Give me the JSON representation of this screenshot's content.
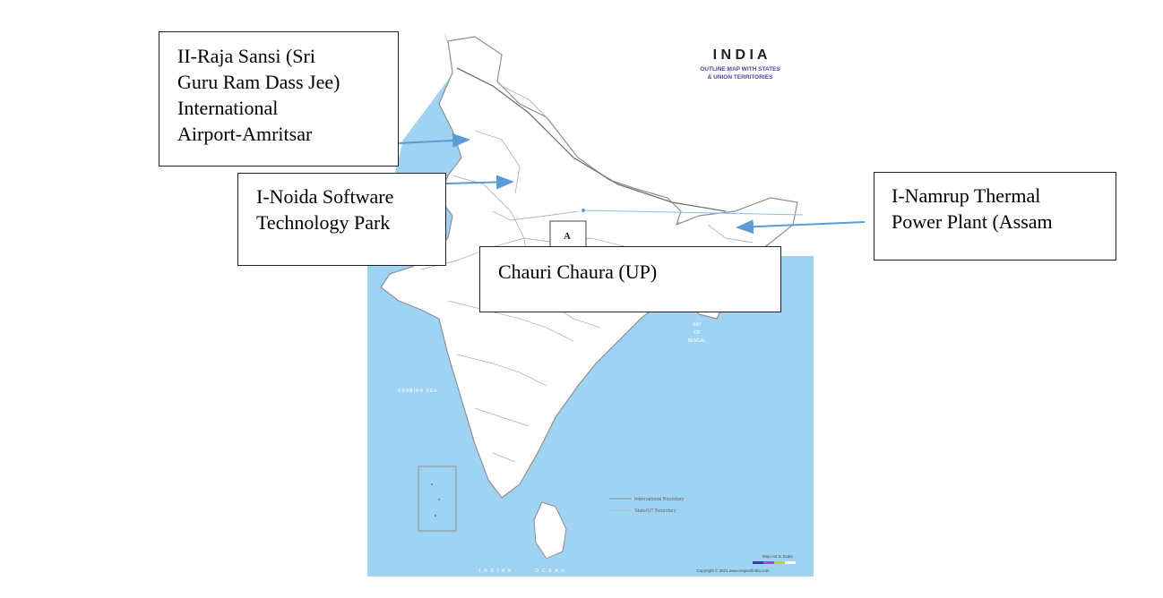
{
  "map": {
    "title": "I N D I A",
    "subtitle_line1": "OUTLINE MAP WITH STATES",
    "subtitle_line2": "& UNION TERRITORIES",
    "box_label": "A",
    "sea_arabian": "ARABIAN SEA",
    "sea_bay_line1": "BAY",
    "sea_bay_line2": "OF",
    "sea_bay_line3": "BENGAL",
    "ocean_label": "I N D I A N          O C E A N",
    "legend": {
      "international": "International Boundary",
      "state": "State/UT Boundary"
    },
    "scale_note": "Map not to Scale",
    "copyright": "Copyright © 2021 www.mapsofindia.com",
    "colors": {
      "sea": "#9fd3f4",
      "land": "#ffffff",
      "border": "#9a9a9a",
      "arrow": "#5b9bd5"
    }
  },
  "callouts": {
    "amritsar": {
      "line1": "II-Raja Sansi (Sri",
      "line2": "Guru Ram Dass Jee)",
      "line3": "International",
      "line4": "Airport-Amritsar"
    },
    "noida": {
      "line1": "I-Noida Software",
      "line2": "Technology Park"
    },
    "chauri": {
      "line1": "Chauri Chaura (UP)"
    },
    "namrup": {
      "line1": "I-Namrup Thermal",
      "line2": "Power Plant (Assam"
    }
  }
}
